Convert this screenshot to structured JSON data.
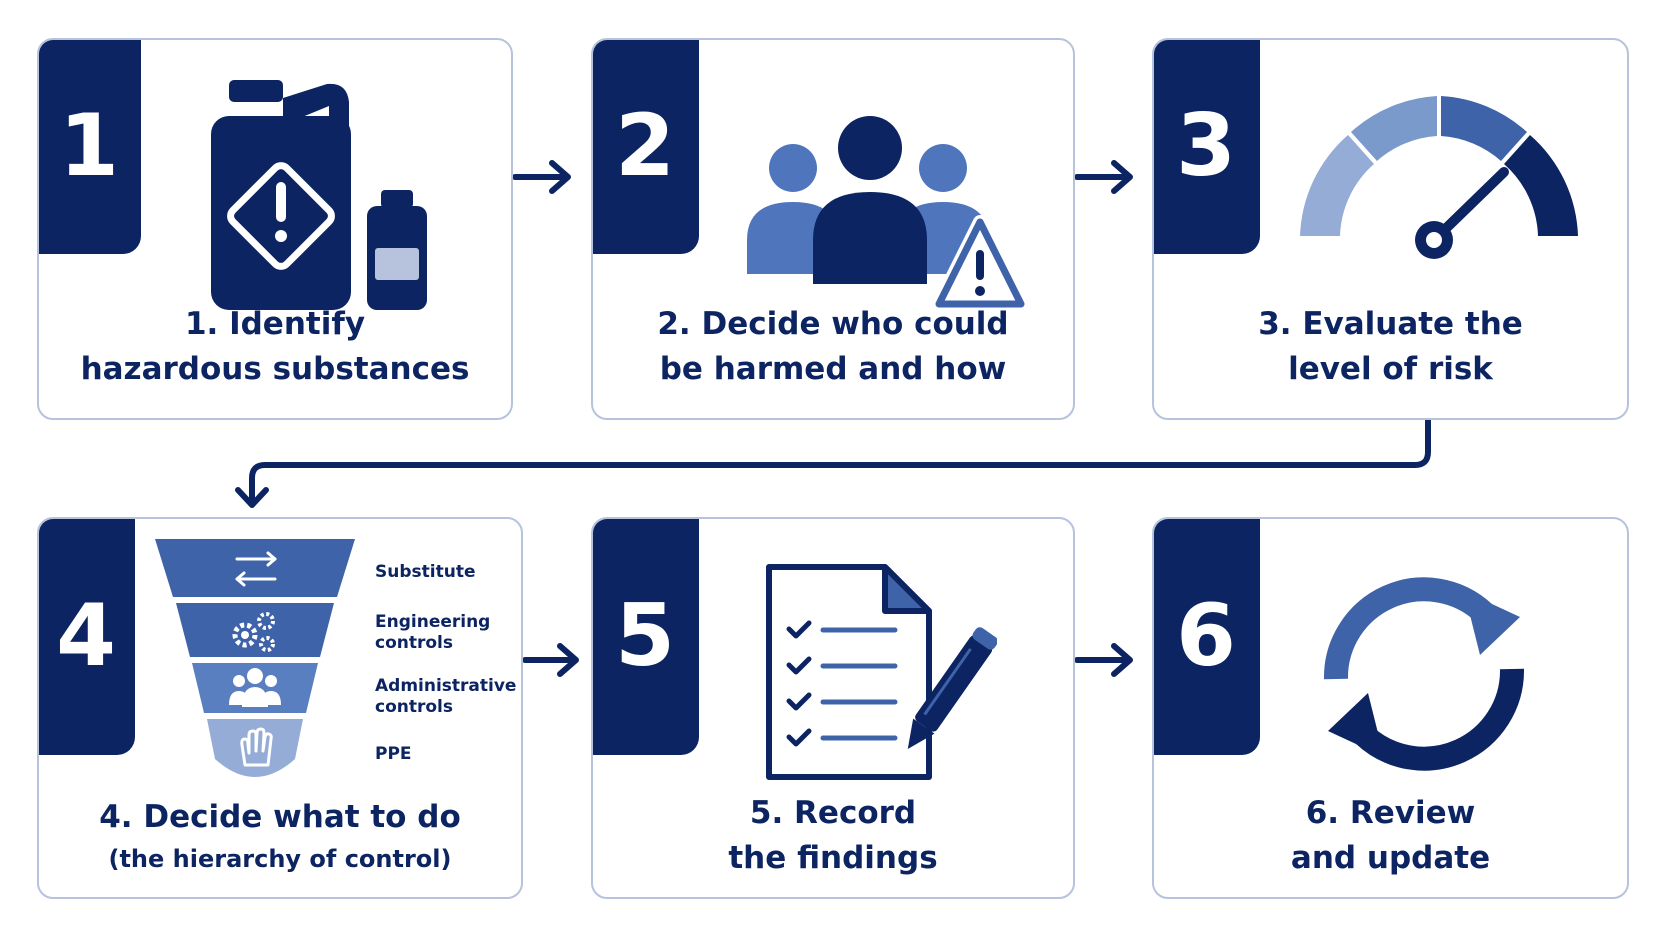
{
  "colors": {
    "navy": "#0c2461",
    "mid_blue": "#3f63a8",
    "light_blue": "#7b9acc",
    "pale_blue": "#94acd6",
    "border": "#b7c3dd"
  },
  "steps": [
    {
      "number": "1",
      "title_line1": "1. Identify",
      "title_line2": "hazardous substances",
      "icon": "hazard-container-icon"
    },
    {
      "number": "2",
      "title_line1": "2. Decide who could",
      "title_line2": "be harmed and how",
      "icon": "people-warning-icon"
    },
    {
      "number": "3",
      "title_line1": "3. Evaluate the",
      "title_line2": "level of risk",
      "icon": "risk-gauge-icon"
    },
    {
      "number": "4",
      "title_line1": "4. Decide what to do",
      "title_line2": "(the hierarchy of control)",
      "icon": "hierarchy-funnel-icon"
    },
    {
      "number": "5",
      "title_line1": "5. Record",
      "title_line2": "the findings",
      "icon": "document-pen-icon"
    },
    {
      "number": "6",
      "title_line1": "6. Review",
      "title_line2": "and update",
      "icon": "refresh-cycle-icon"
    }
  ],
  "hierarchy": {
    "tiers": [
      {
        "label_line1": "Substitute",
        "label_line2": "",
        "icon": "swap-arrows-icon"
      },
      {
        "label_line1": "Engineering",
        "label_line2": "controls",
        "icon": "gears-icon"
      },
      {
        "label_line1": "Administrative",
        "label_line2": "controls",
        "icon": "group-icon"
      },
      {
        "label_line1": "PPE",
        "label_line2": "",
        "icon": "glove-icon"
      }
    ]
  }
}
